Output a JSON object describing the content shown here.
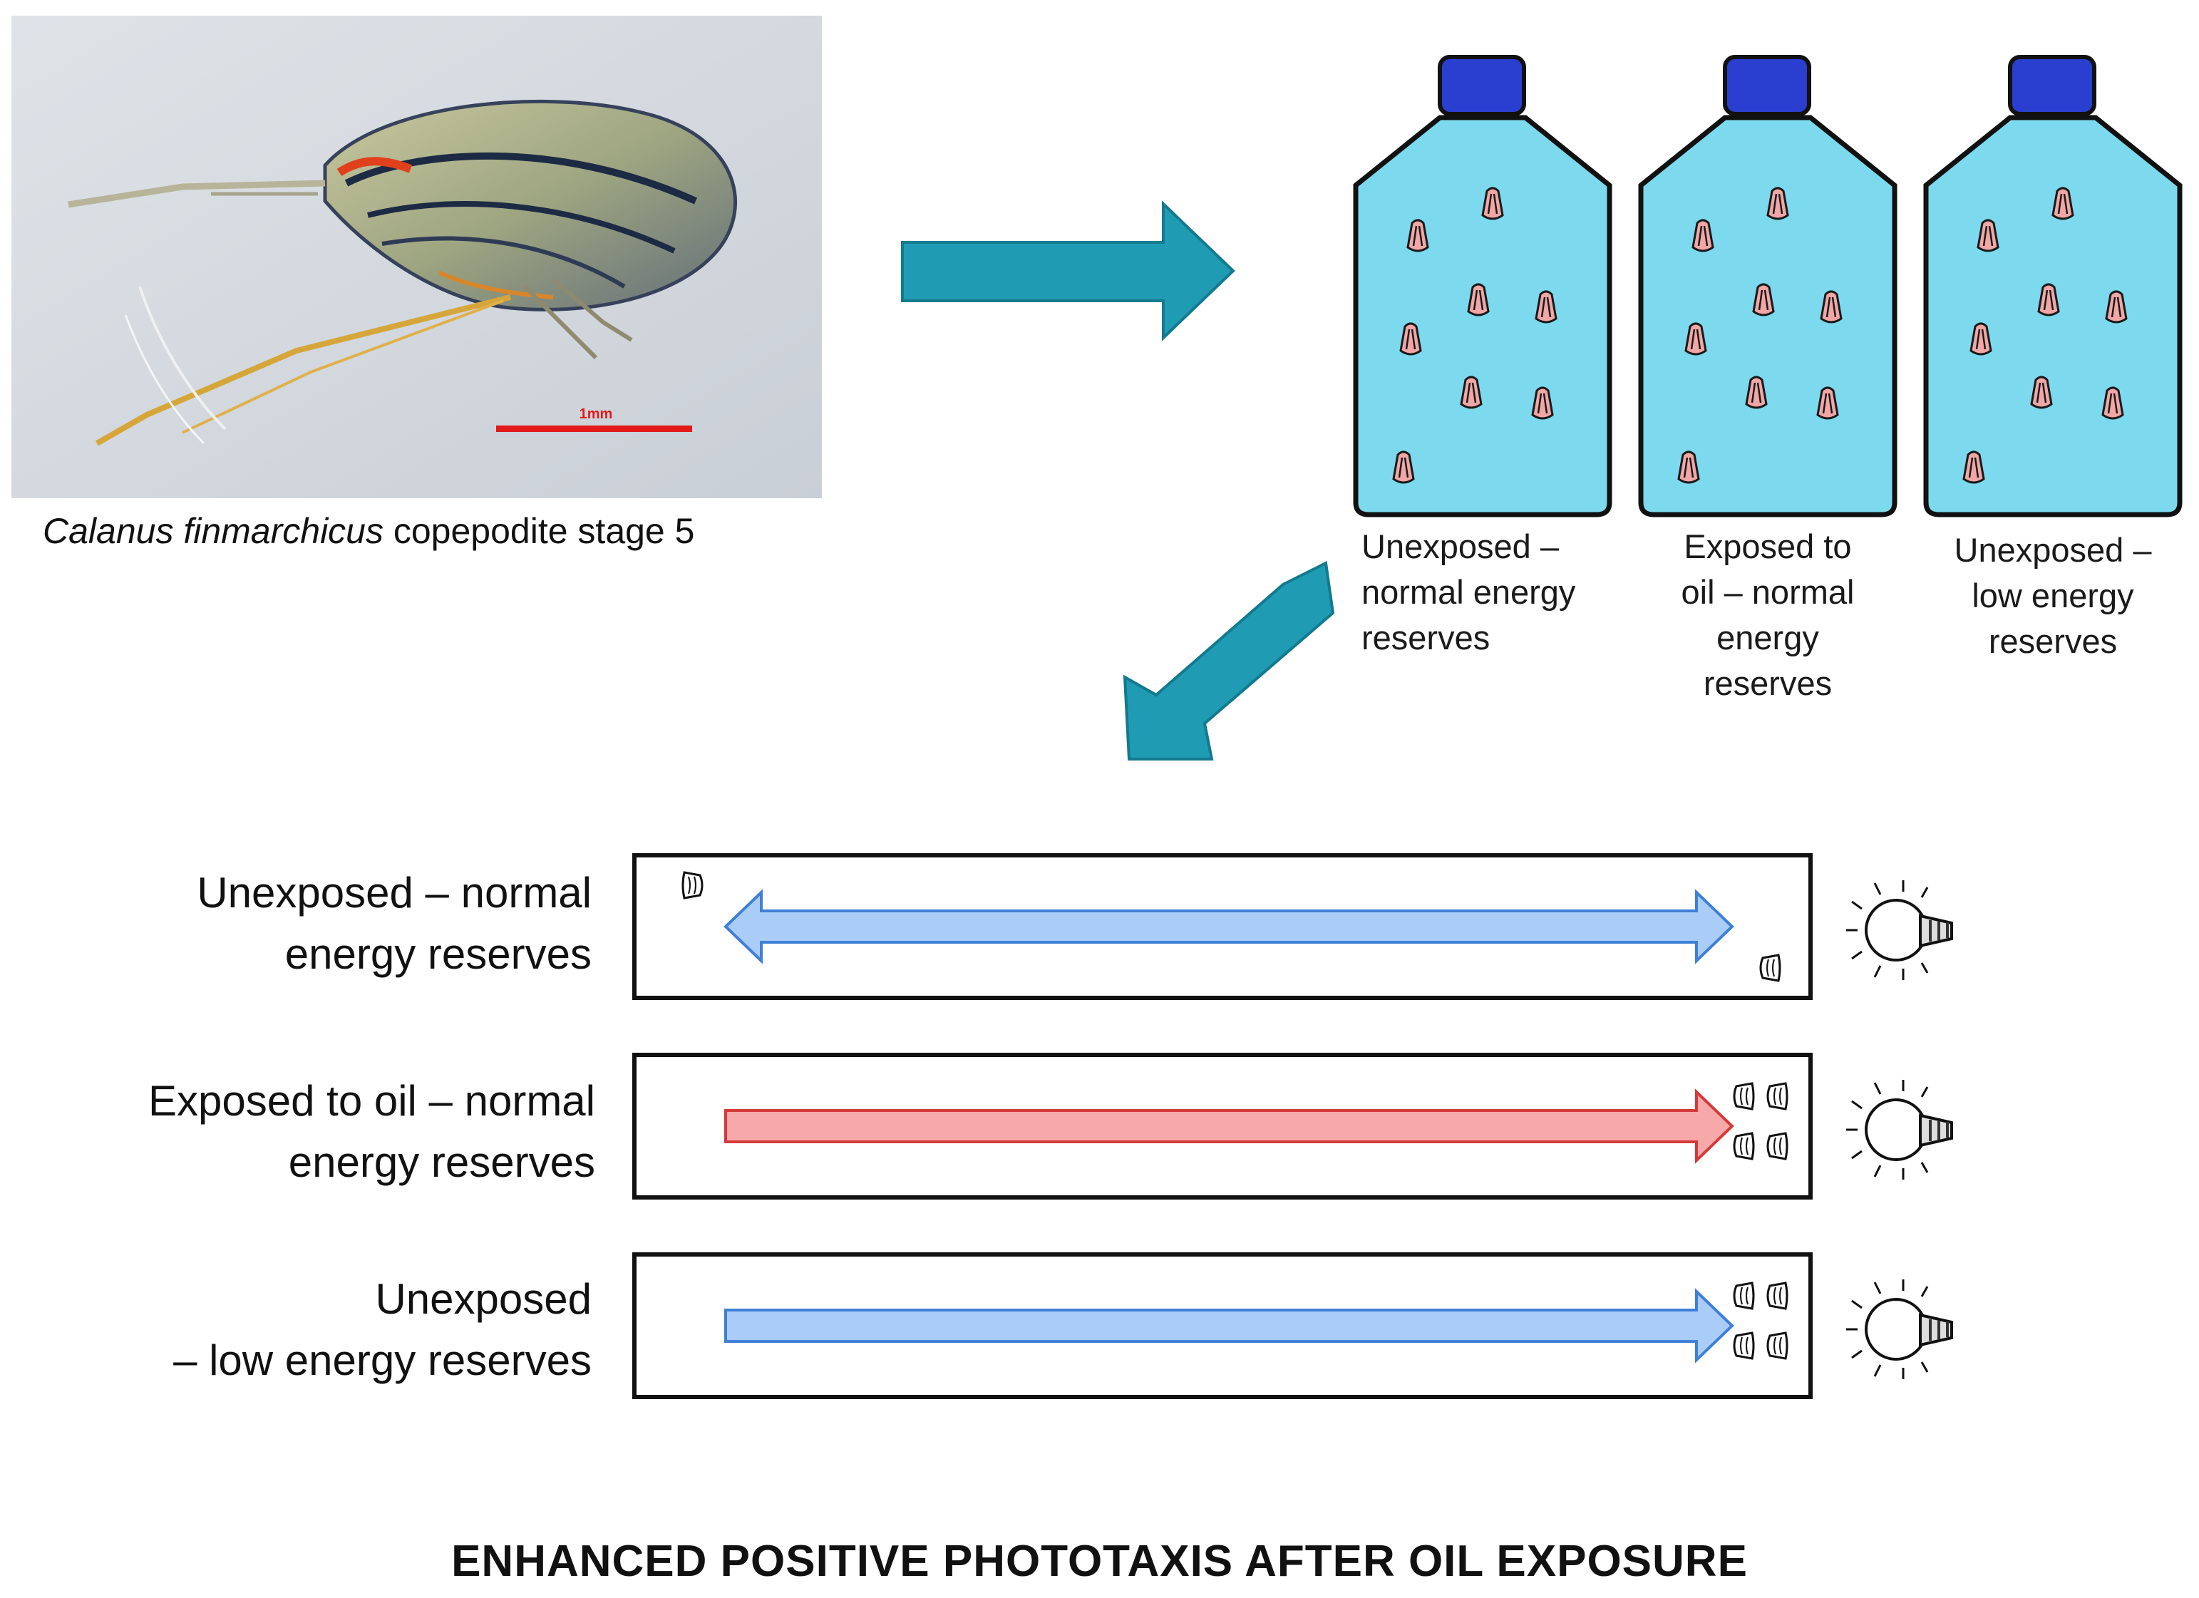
{
  "photo": {
    "caption_italic": "Calanus finmarchicus",
    "caption_rest": " copepodite stage 5",
    "scale_label": "1mm"
  },
  "bottles": [
    {
      "label_lines": [
        "Unexposed –",
        "normal energy",
        "reserves"
      ]
    },
    {
      "label_lines": [
        "Exposed to",
        "oil – normal",
        "energy",
        "reserves"
      ]
    },
    {
      "label_lines": [
        "Unexposed –",
        "low energy",
        "reserves"
      ]
    }
  ],
  "rows": [
    {
      "label_lines": [
        "Unexposed – normal",
        "energy reserves"
      ],
      "arrow": "double",
      "color": "#a9cdf7"
    },
    {
      "label_lines": [
        "Exposed to oil – normal",
        "energy reserves"
      ],
      "arrow": "right",
      "color": "#f7a9a9"
    },
    {
      "label_lines": [
        "Unexposed",
        "– low energy reserves"
      ],
      "arrow": "right",
      "color": "#a9cdf7"
    }
  ],
  "title": "ENHANCED POSITIVE PHOTOTAXIS AFTER OIL EXPOSURE",
  "colors": {
    "flow_arrow": "#1f9bb4",
    "bottle_fill": "#7dd9ee",
    "bottle_cap": "#2a3fcf",
    "copepod_fill": "#f2a6a6"
  }
}
